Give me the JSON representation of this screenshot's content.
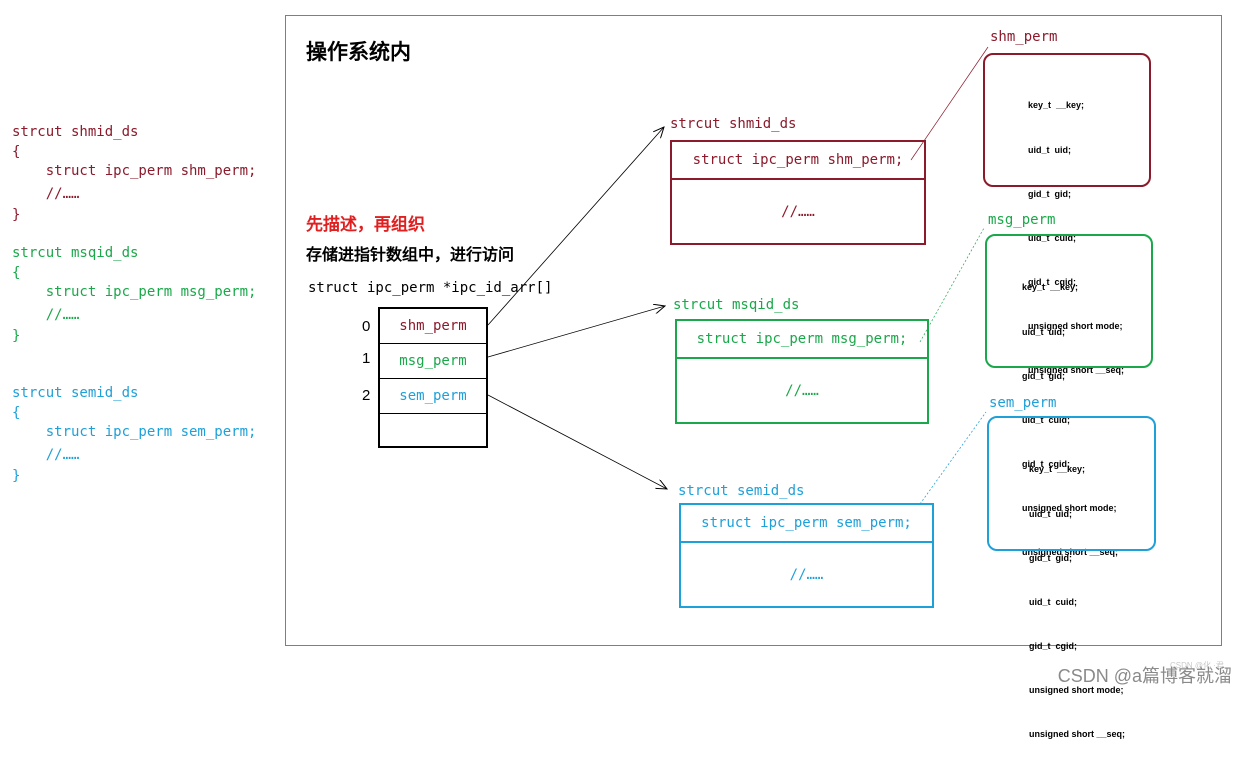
{
  "colors": {
    "shm": "#8b1a2b",
    "msg": "#1aa84a",
    "sem": "#1ea0d8",
    "red": "#e02020"
  },
  "left_code": {
    "shm": [
      "strcut shmid_ds",
      "{",
      "    struct ipc_perm shm_perm;",
      "    //……",
      "}"
    ],
    "msg": [
      "strcut msqid_ds",
      "{",
      "    struct ipc_perm msg_perm;",
      "    //……",
      "}"
    ],
    "sem": [
      "strcut semid_ds",
      "{",
      "    struct ipc_perm sem_perm;",
      "    //……",
      "}"
    ]
  },
  "os": {
    "title": "操作系统内",
    "heading_red": "先描述，再组织",
    "heading_black": "存储进指针数组中，进行访问",
    "array_decl": "struct ipc_perm *ipc_id_arr[]",
    "array": [
      {
        "index": "0",
        "label": "shm_perm"
      },
      {
        "index": "1",
        "label": "msg_perm"
      },
      {
        "index": "2",
        "label": "sem_perm"
      },
      {
        "index": "",
        "label": ""
      }
    ]
  },
  "structs": {
    "shm": {
      "title": "strcut shmid_ds",
      "field": "struct ipc_perm shm_perm;",
      "rest": "//……"
    },
    "msg": {
      "title": "strcut msqid_ds",
      "field": "struct ipc_perm msg_perm;",
      "rest": "//……"
    },
    "sem": {
      "title": "strcut semid_ds",
      "field": "struct ipc_perm sem_perm;",
      "rest": "//……"
    }
  },
  "perm_boxes": {
    "shm": {
      "label": "shm_perm"
    },
    "msg": {
      "label": "msg_perm"
    },
    "sem": {
      "label": "sem_perm"
    }
  },
  "perm_fields": [
    "key_t  __key;",
    "uid_t  uid;",
    "gid_t  gid;",
    "uid_t  cuid;",
    "gid_t  cgid;",
    "unsigned short mode;",
    "unsigned short __seq;"
  ],
  "watermark": "CSDN @a篇博客就溜",
  "watermark_small": "CSDN @化 ·君"
}
